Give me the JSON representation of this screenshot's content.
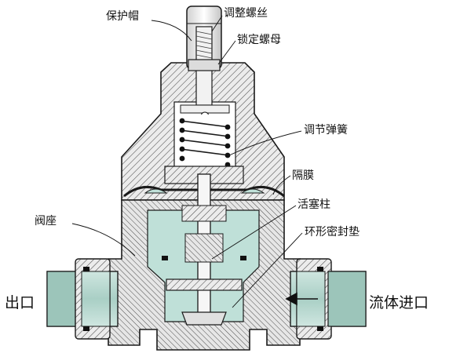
{
  "labels": {
    "protective_cap": "保护帽",
    "adjusting_screw": "调整螺丝",
    "lock_nut": "锁定螺母",
    "adjusting_spring": "调节弹簧",
    "diaphragm": "隔膜",
    "piston_stem": "活塞柱",
    "valve_seat": "阀座",
    "o_ring_gasket": "环形密封垫",
    "outlet": "出口",
    "fluid_inlet": "流体进口"
  },
  "colors": {
    "hatch": "#555555",
    "body_fill": "#e8e8e8",
    "passage": "#b9dbd3",
    "metal_light": "#f4f4f4",
    "outline": "#1a1a1a"
  }
}
